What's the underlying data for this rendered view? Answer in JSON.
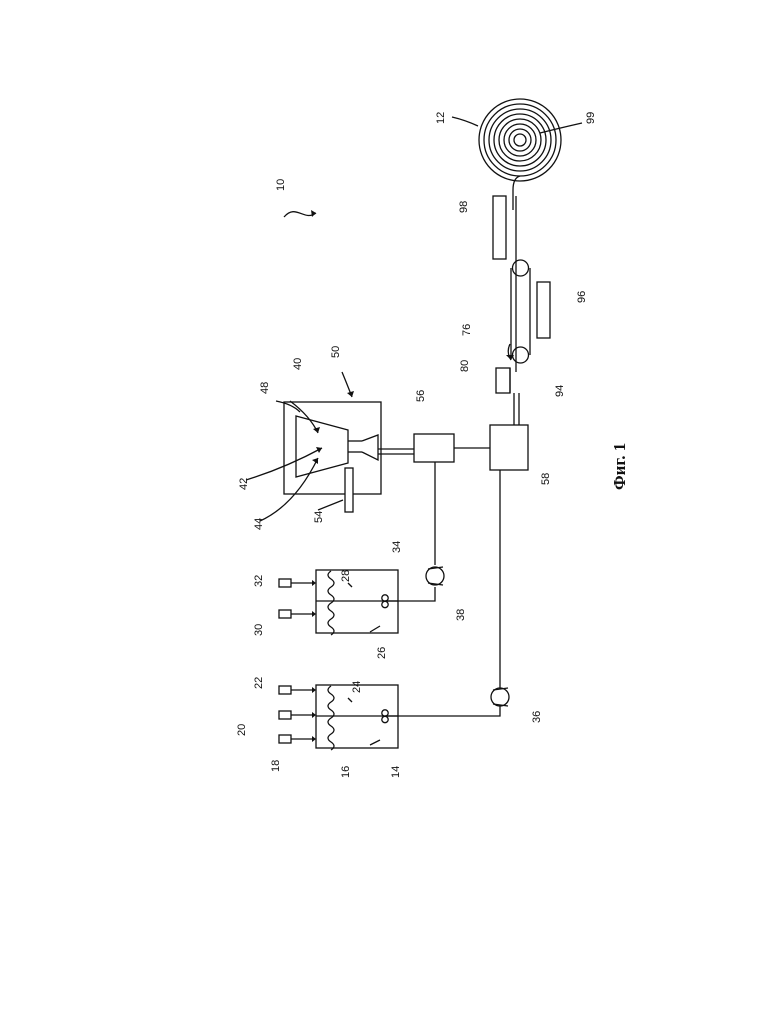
{
  "figure": {
    "caption": "Фиг. 1",
    "labels": {
      "system": "10",
      "coil": "12",
      "tank_a": "14",
      "tank_a_inner": "16",
      "feed_a1": "18",
      "feed_a2": "20",
      "feed_a3": "22",
      "stirrer_a": "24",
      "tank_b": "26",
      "tank_b_inner": "28",
      "feed_b1": "30",
      "feed_b2": "32",
      "stirrer_b": "34",
      "pump_a": "36",
      "pump_b": "38",
      "hopper": "40",
      "hopper_a": "42",
      "hopper_b": "44",
      "hopper_c": "48",
      "enclosure": "50",
      "plate": "54",
      "mixer": "56",
      "mixing_head": "58",
      "applicator": "76",
      "laminator": "80",
      "roller": "94",
      "heater_lower": "96",
      "heater_upper": "98",
      "core": "99"
    }
  }
}
